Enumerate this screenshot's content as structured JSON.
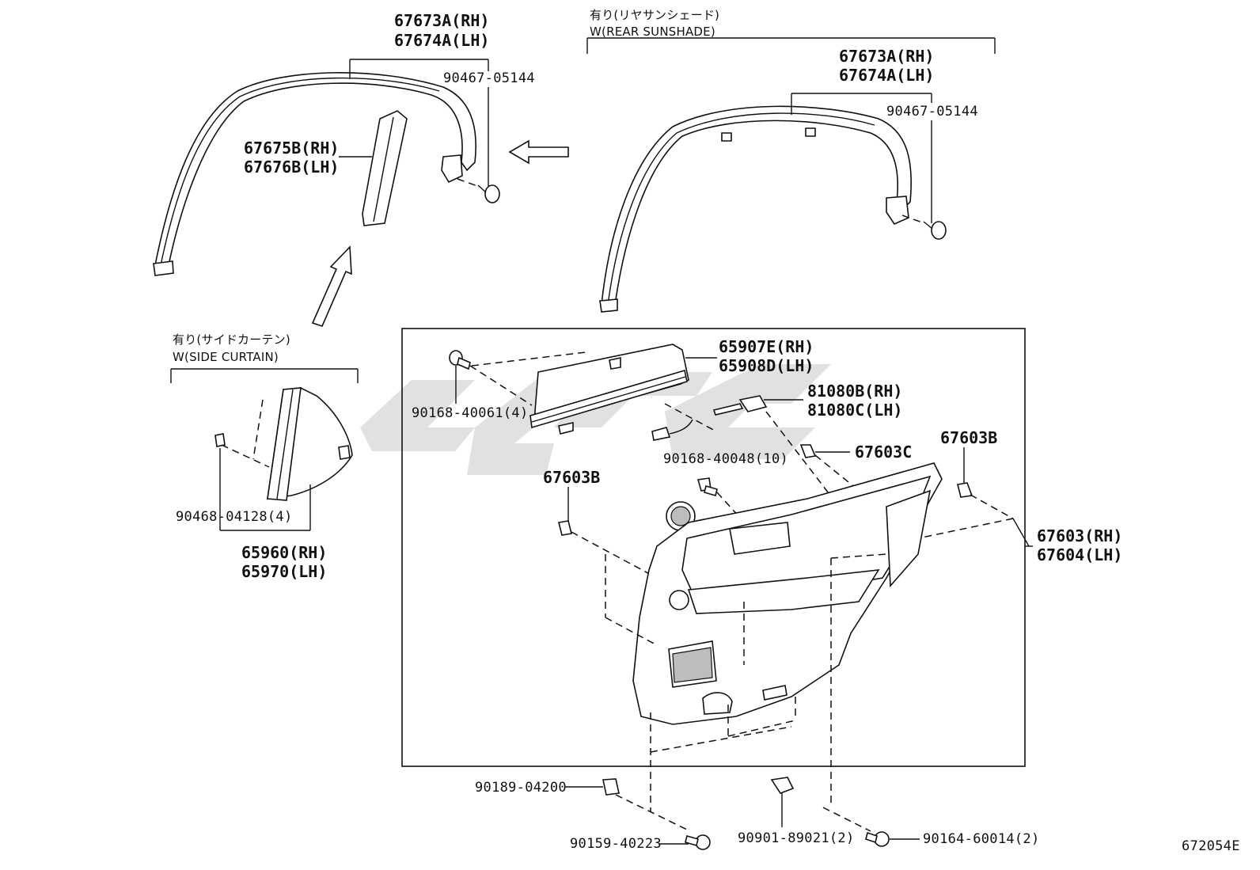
{
  "diagram_code": "672054E",
  "groups": {
    "rear_sunshade": {
      "note_ja": "有り(リヤサンシェード)",
      "note_en": "W(REAR SUNSHADE)"
    },
    "side_curtain": {
      "note_ja": "有り(サイドカーテン)",
      "note_en": "W(SIDE CURTAIN)"
    }
  },
  "labels": {
    "p67673a_left": "67673A(RH)",
    "p67674a_left": "67674A(LH)",
    "p90467_left": "90467-05144",
    "p67675b": "67675B(RH)",
    "p67676b": "67676B(LH)",
    "p67673a_right": "67673A(RH)",
    "p67674a_right": "67674A(LH)",
    "p90467_right": "90467-05144",
    "p65907e": "65907E(RH)",
    "p65908d": "65908D(LH)",
    "p90168_40061": "90168-40061(4)",
    "p81080b": "81080B(RH)",
    "p81080c": "81080C(LH)",
    "p90168_40048": "90168-40048(10)",
    "p67603c": "67603C",
    "p67603b_right": "67603B",
    "p67603b_left": "67603B",
    "p67603": "67603(RH)",
    "p67604": "67604(LH)",
    "p90468": "90468-04128(4)",
    "p65960": "65960(RH)",
    "p65970": "65970(LH)",
    "p90189": "90189-04200",
    "p90159": "90159-40223",
    "p90901": "90901-89021(2)",
    "p90164": "90164-60014(2)"
  },
  "colors": {
    "line": "#111111",
    "fill": "#ffffff",
    "watermark": "#c9c9c9"
  }
}
